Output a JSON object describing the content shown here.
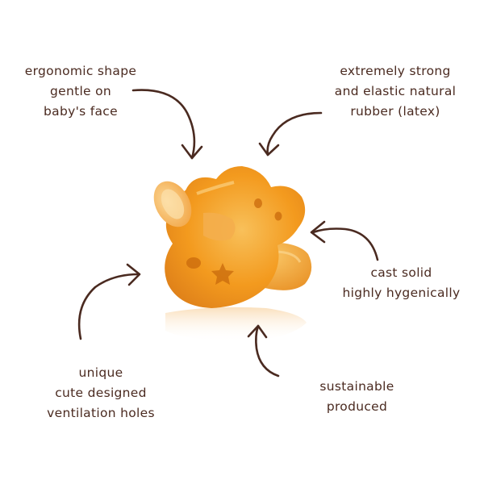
{
  "callouts": {
    "ergonomic": [
      "ergonomic shape",
      "gentle on",
      "baby's face"
    ],
    "rubber": [
      "extremely strong",
      "and elastic natural",
      "rubber (latex)"
    ],
    "cast": [
      "cast solid",
      "highly hygenically"
    ],
    "sustainable": [
      "sustainable",
      "produced"
    ],
    "ventilation": [
      "unique",
      "cute designed",
      "ventilation holes"
    ]
  },
  "colors": {
    "ink": "#4a2a20",
    "rubber_main": "#f39a1e",
    "rubber_light": "#f8c56a",
    "rubber_dark": "#d9780f"
  }
}
